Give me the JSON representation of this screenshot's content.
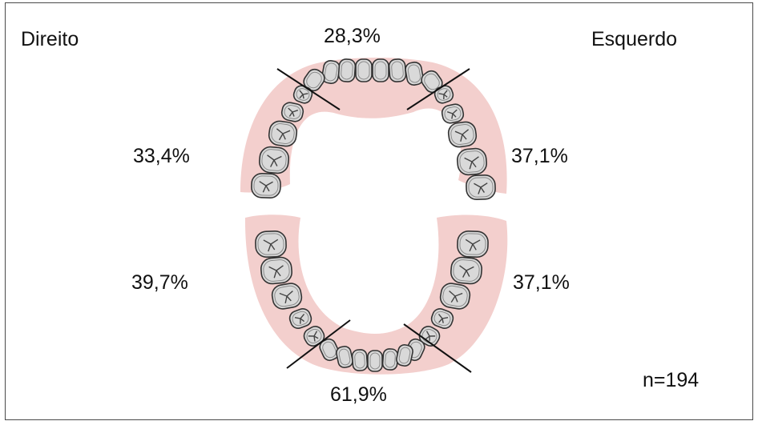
{
  "labels": {
    "right_side": "Direito",
    "left_side": "Esquerdo",
    "upper_anterior": "28,3%",
    "upper_right_posterior": "33,4%",
    "upper_left_posterior": "37,1%",
    "lower_right_posterior": "39,7%",
    "lower_left_posterior": "37,1%",
    "lower_anterior": "61,9%",
    "sample_size": "n=194"
  },
  "colors": {
    "gum": "#f3cfcd",
    "tooth_fill": "#d9d9d9",
    "tooth_outline": "#333333",
    "divider": "#111111",
    "text": "#111111"
  }
}
